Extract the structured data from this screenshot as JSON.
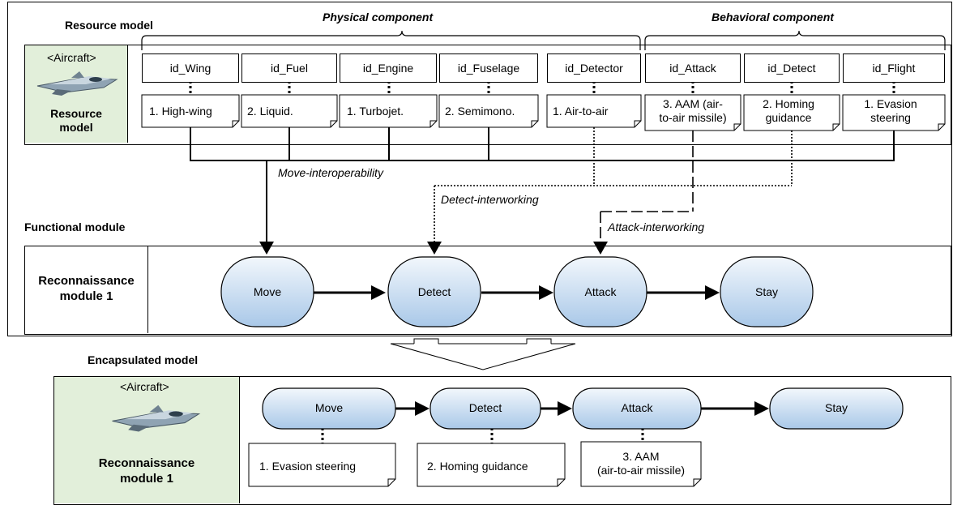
{
  "resource_section": {
    "title": "Resource model",
    "physical_label": "Physical component",
    "behavioral_label": "Behavioral component",
    "aircraft_label": "<Aircraft>",
    "side_title_line1": "Resource",
    "side_title_line2": "model",
    "ids": [
      "id_Wing",
      "id_Fuel",
      "id_Engine",
      "id_Fuselage",
      "id_Detector",
      "id_Attack",
      "id_Detect",
      "id_Flight"
    ],
    "notes": [
      [
        "1. High-wing"
      ],
      [
        "2. Liquid."
      ],
      [
        "1. Turbojet."
      ],
      [
        "2. Semimono."
      ],
      [
        "1. Air-to-air"
      ],
      [
        "3. AAM (air-",
        "to-air missile)"
      ],
      [
        "2. Homing",
        "guidance"
      ],
      [
        "1. Evasion",
        "steering"
      ]
    ]
  },
  "connections": {
    "move": "Move-interoperability",
    "detect": "Detect-interworking",
    "attack": "Attack-interworking"
  },
  "functional_section": {
    "title": "Functional module",
    "module_line1": "Reconnaissance",
    "module_line2": "module 1",
    "nodes": [
      "Move",
      "Detect",
      "Attack",
      "Stay"
    ]
  },
  "encapsulated_section": {
    "title": "Encapsulated model",
    "aircraft_label": "<Aircraft>",
    "module_line1": "Reconnaissance",
    "module_line2": "module 1",
    "nodes": [
      "Move",
      "Detect",
      "Attack",
      "Stay"
    ],
    "notes": [
      [
        "1. Evasion steering"
      ],
      [
        "2. Homing guidance"
      ],
      [
        "3. AAM",
        "(air-to-air missile)"
      ]
    ]
  },
  "colors": {
    "resource_fill": "#e2efda",
    "node_fill_top": "#f2f7fc",
    "node_fill_bottom": "#a9c8e8",
    "line": "#000000"
  },
  "icons": [
    "aircraft-icon"
  ]
}
